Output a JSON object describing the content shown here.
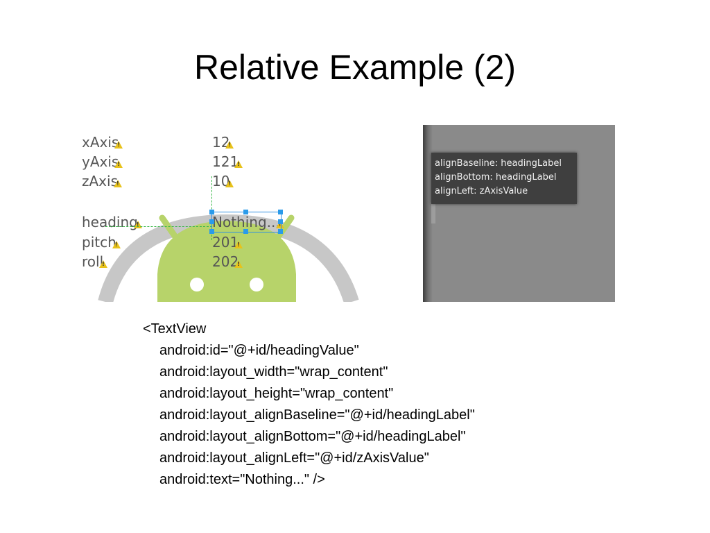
{
  "slide": {
    "title": "Relative Example (2)"
  },
  "editor": {
    "labels": [
      "xAxis",
      "yAxis",
      "zAxis",
      "heading",
      "pitch",
      "roll"
    ],
    "values": [
      "12",
      "121",
      "10",
      "Nothing...",
      "201",
      "202"
    ]
  },
  "tooltip": {
    "lines": [
      "alignBaseline: headingLabel",
      "alignBottom: headingLabel",
      "alignLeft: zAxisValue"
    ]
  },
  "code": {
    "lines": [
      "<TextView",
      "android:id=\"@+id/headingValue\"",
      "android:layout_width=\"wrap_content\"",
      "android:layout_height=\"wrap_content\"",
      "android:layout_alignBaseline=\"@+id/headingLabel\"",
      "android:layout_alignBottom=\"@+id/headingLabel\"",
      "android:layout_alignLeft=\"@+id/zAxisValue\"",
      "android:text=\"Nothing...\" />"
    ]
  },
  "colors": {
    "guide": "#3bb84a",
    "selection": "#2a9bea",
    "android_green": "#b7d36a",
    "warning": "#e8c21a"
  }
}
